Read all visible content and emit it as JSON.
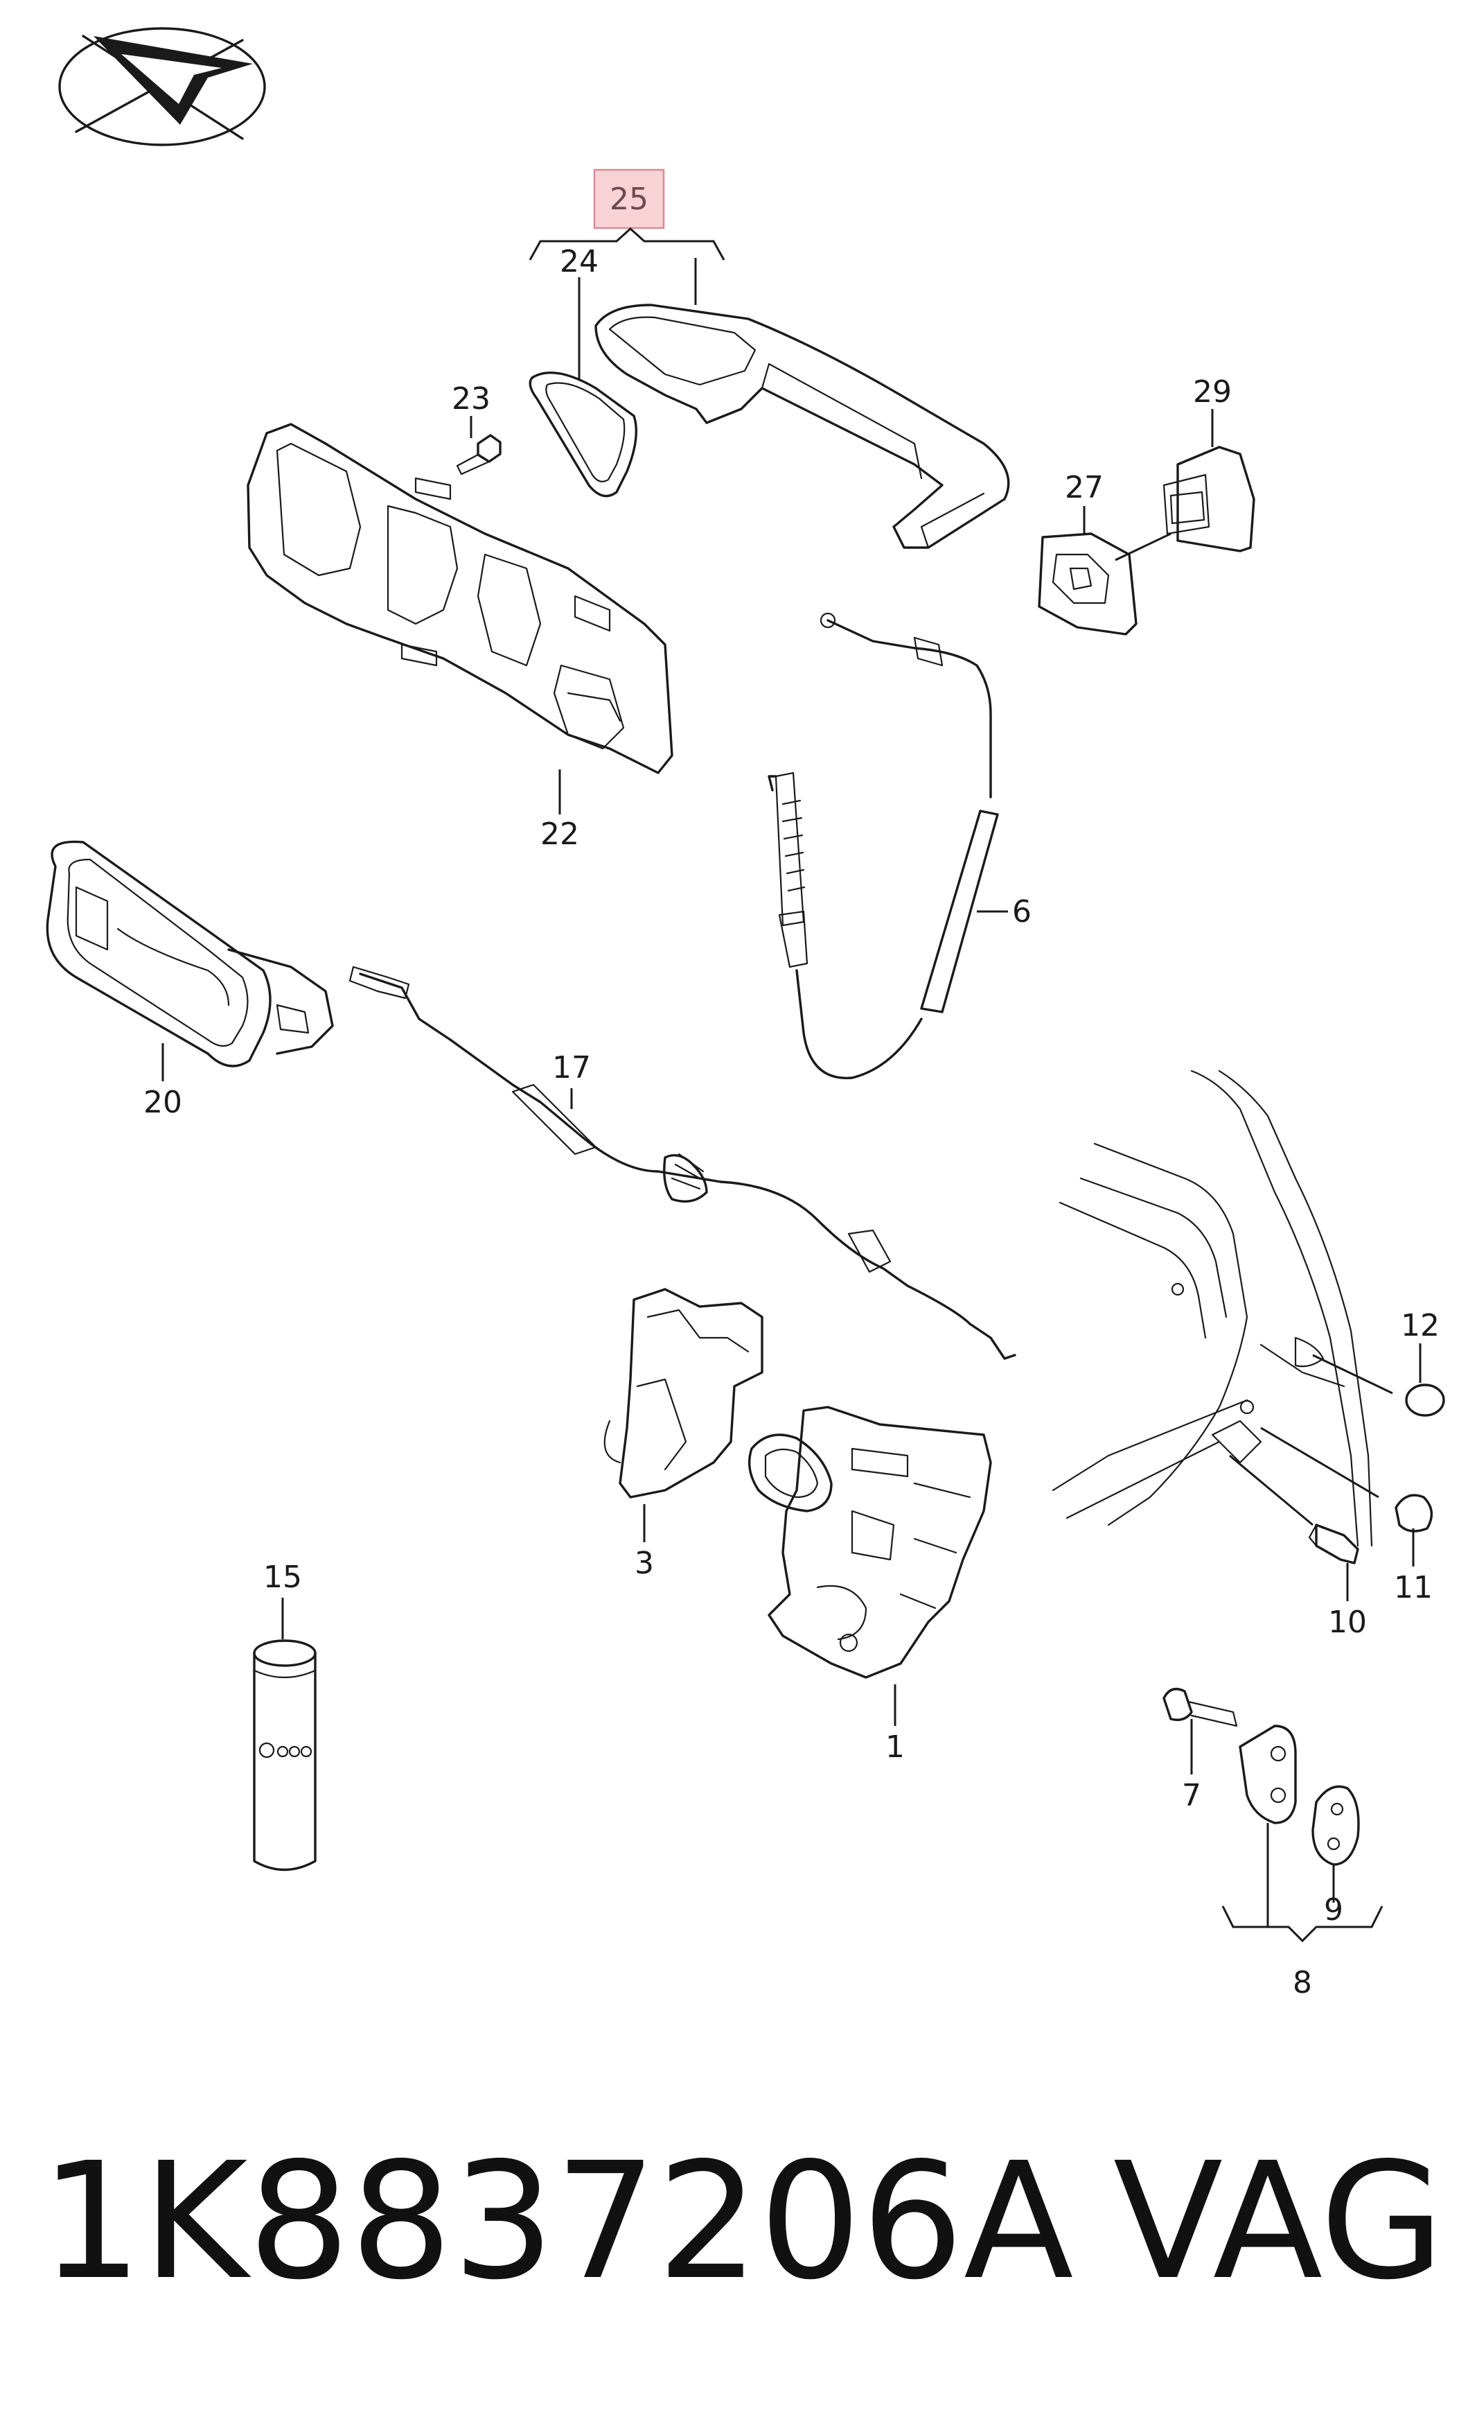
{
  "callouts": {
    "c1": "1",
    "c3": "3",
    "c6": "6",
    "c7": "7",
    "c8": "8",
    "c9": "9",
    "c10": "10",
    "c11": "11",
    "c12": "12",
    "c15": "15",
    "c17": "17",
    "c20": "20",
    "c22": "22",
    "c23": "23",
    "c24": "24",
    "c25": "25",
    "c27": "27",
    "c29": "29"
  },
  "highlight": {
    "part": "25",
    "fill": "#f7d3d6",
    "border": "#d98a93",
    "text_color": "#6b4a4f"
  },
  "footer": {
    "part_number": "1K8837206A",
    "brand": "VAG"
  },
  "logo": {
    "name": "direction-arrow-logo"
  },
  "colors": {
    "line": "#1a1a1a",
    "background": "#ffffff"
  }
}
